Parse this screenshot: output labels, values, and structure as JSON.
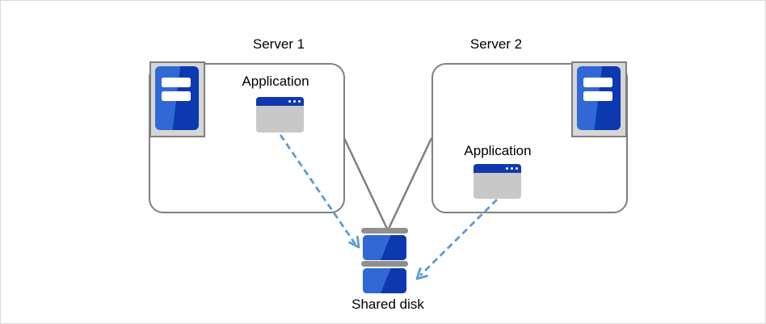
{
  "colors": {
    "canvas-border": "#d7d7d7",
    "box-border": "#7f7f7f",
    "connector": "#808080",
    "arrow": "#5b9bd5",
    "blue-light": "#3069d6",
    "blue-dark": "#0d39b0",
    "titlebar": "#1139ad",
    "window-body": "#c8c8c8",
    "icon-frame-bg": "#d6d6d6",
    "disk-bar": "#8f8f8f",
    "text": "#000000"
  },
  "servers": [
    {
      "label": "Server 1",
      "app_label": "Application",
      "icon": "server-tower-icon"
    },
    {
      "label": "Server 2",
      "app_label": "Application",
      "icon": "server-tower-icon"
    }
  ],
  "shared_disk": {
    "label": "Shared disk",
    "icon": "disk-stack-icon"
  },
  "connections": [
    {
      "from": "server1-box",
      "to": "shared-disk",
      "style": "solid-gray-line"
    },
    {
      "from": "server2-box",
      "to": "shared-disk",
      "style": "solid-gray-line"
    },
    {
      "from": "server1-application",
      "to": "shared-disk",
      "style": "dashed-blue-arrow"
    },
    {
      "from": "server2-application",
      "to": "shared-disk",
      "style": "dashed-blue-arrow"
    }
  ]
}
